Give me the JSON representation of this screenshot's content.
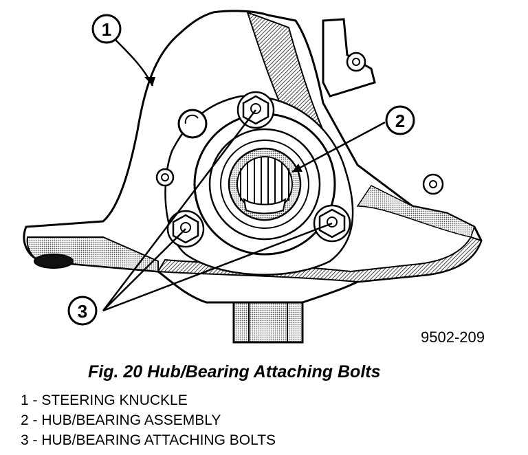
{
  "callouts": [
    {
      "number": "1"
    },
    {
      "number": "2"
    },
    {
      "number": "3"
    }
  ],
  "figure_code": "9502-209",
  "caption": "Fig. 20 Hub/Bearing Attaching Bolts",
  "legend": [
    {
      "text": "1 - STEERING KNUCKLE"
    },
    {
      "text": "2 - HUB/BEARING ASSEMBLY"
    },
    {
      "text": "3 - HUB/BEARING ATTACHING BOLTS"
    }
  ]
}
